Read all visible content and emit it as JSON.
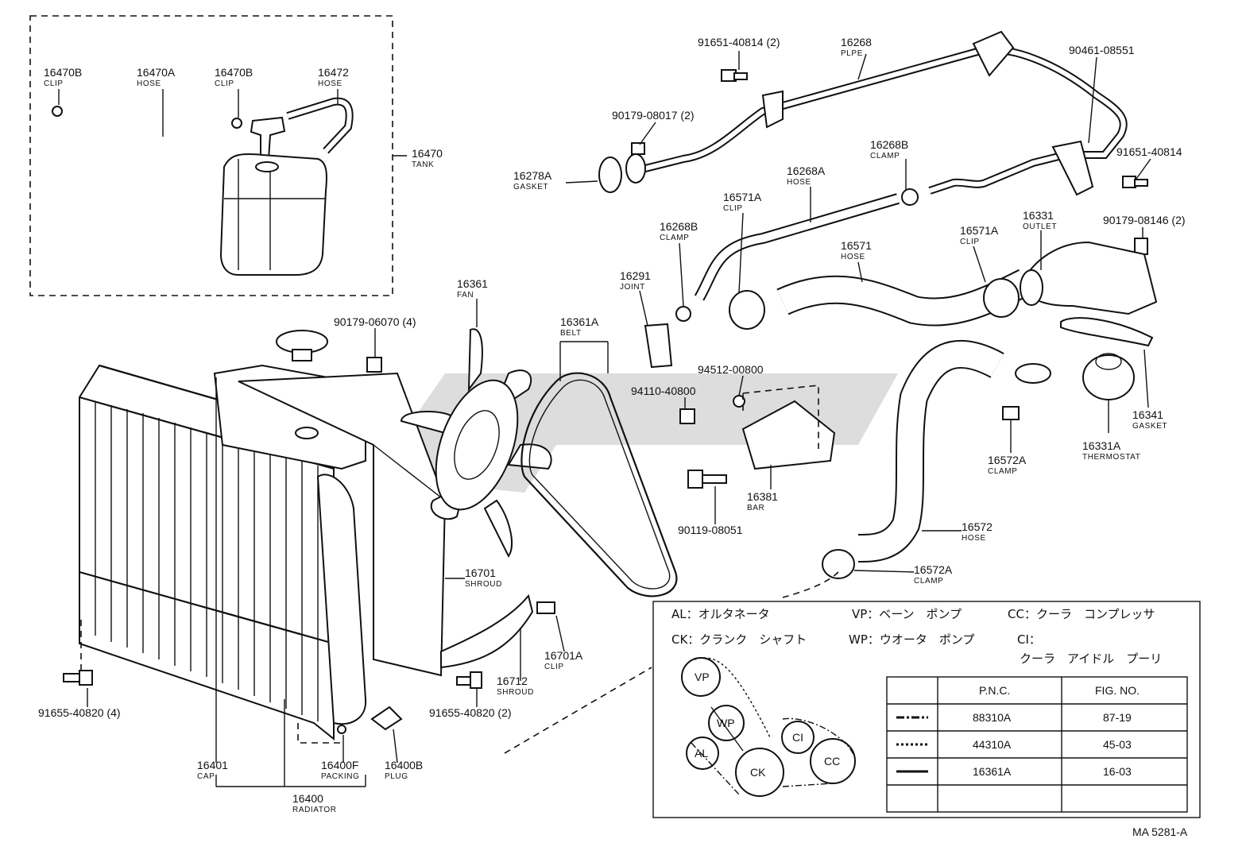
{
  "parts": {
    "p16470b_l": {
      "pn": "16470B",
      "name": "CLIP"
    },
    "p16470a": {
      "pn": "16470A",
      "name": "HOSE"
    },
    "p16470b_r": {
      "pn": "16470B",
      "name": "CLIP"
    },
    "p16472": {
      "pn": "16472",
      "name": "HOSE"
    },
    "p16470": {
      "pn": "16470",
      "name": "TANK"
    },
    "p91651a": {
      "pn": "91651-40814 (2)"
    },
    "p16268": {
      "pn": "16268",
      "name": "PLPE"
    },
    "p90461": {
      "pn": "90461-08551"
    },
    "p90179a": {
      "pn": "90179-08017 (2)"
    },
    "p16268b_t": {
      "pn": "16268B",
      "name": "CLAMP"
    },
    "p91651b": {
      "pn": "91651-40814"
    },
    "p16278a": {
      "pn": "16278A",
      "name": "GASKET"
    },
    "p16268a": {
      "pn": "16268A",
      "name": "HOSE"
    },
    "p16571a_l": {
      "pn": "16571A",
      "name": "CLIP"
    },
    "p16268b_l": {
      "pn": "16268B",
      "name": "CLAMP"
    },
    "p16571a_r": {
      "pn": "16571A",
      "name": "CLIP"
    },
    "p16331": {
      "pn": "16331",
      "name": "OUTLET"
    },
    "p90179b": {
      "pn": "90179-08146 (2)"
    },
    "p16571": {
      "pn": "16571",
      "name": "HOSE"
    },
    "p16291": {
      "pn": "16291",
      "name": "JOINT"
    },
    "p16361": {
      "pn": "16361",
      "name": "FAN"
    },
    "p16361a": {
      "pn": "16361A",
      "name": "BELT"
    },
    "p90179c": {
      "pn": "90179-06070 (4)"
    },
    "p94512": {
      "pn": "94512-00800"
    },
    "p94110": {
      "pn": "94110-40800"
    },
    "p16341": {
      "pn": "16341",
      "name": "GASKET"
    },
    "p16572a_t": {
      "pn": "16572A",
      "name": "CLAMP"
    },
    "p16331a": {
      "pn": "16331A",
      "name": "THERMOSTAT"
    },
    "p16381": {
      "pn": "16381",
      "name": "BAR"
    },
    "p90119": {
      "pn": "90119-08051"
    },
    "p16572": {
      "pn": "16572",
      "name": "HOSE"
    },
    "p16572a_b": {
      "pn": "16572A",
      "name": "CLAMP"
    },
    "p16701": {
      "pn": "16701",
      "name": "SHROUD"
    },
    "p16701a": {
      "pn": "16701A",
      "name": "CLIP"
    },
    "p16712": {
      "pn": "16712",
      "name": "SHROUD"
    },
    "p91655a": {
      "pn": "91655-40820 (4)"
    },
    "p91655b": {
      "pn": "91655-40820 (2)"
    },
    "p16401": {
      "pn": "16401",
      "name": "CAP"
    },
    "p16400f": {
      "pn": "16400F",
      "name": "PACKING"
    },
    "p16400b": {
      "pn": "16400B",
      "name": "PLUG"
    },
    "p16400": {
      "pn": "16400",
      "name": "RADIATOR"
    }
  },
  "legend": {
    "al": "AL：オルタネータ",
    "vp": "VP：ベーン　ポンプ",
    "cc": "CC：クーラ　コンプレッサ",
    "ck": "CK：クランク　シャフト",
    "wp": "WP：ウオータ　ポンプ",
    "ci": "CI：",
    "ci2": "クーラ　アイドル　プーリ"
  },
  "pulleys": {
    "vp": "VP",
    "wp": "WP",
    "al": "AL",
    "ck": "CK",
    "ci": "CI",
    "cc": "CC"
  },
  "table": {
    "headers": [
      "P.N.C.",
      "FIG. NO."
    ],
    "rows": [
      {
        "pnc": "88310A",
        "fig": "87-19"
      },
      {
        "pnc": "44310A",
        "fig": "45-03"
      },
      {
        "pnc": "16361A",
        "fig": "16-03"
      }
    ]
  },
  "ref": "MA 5281-A"
}
